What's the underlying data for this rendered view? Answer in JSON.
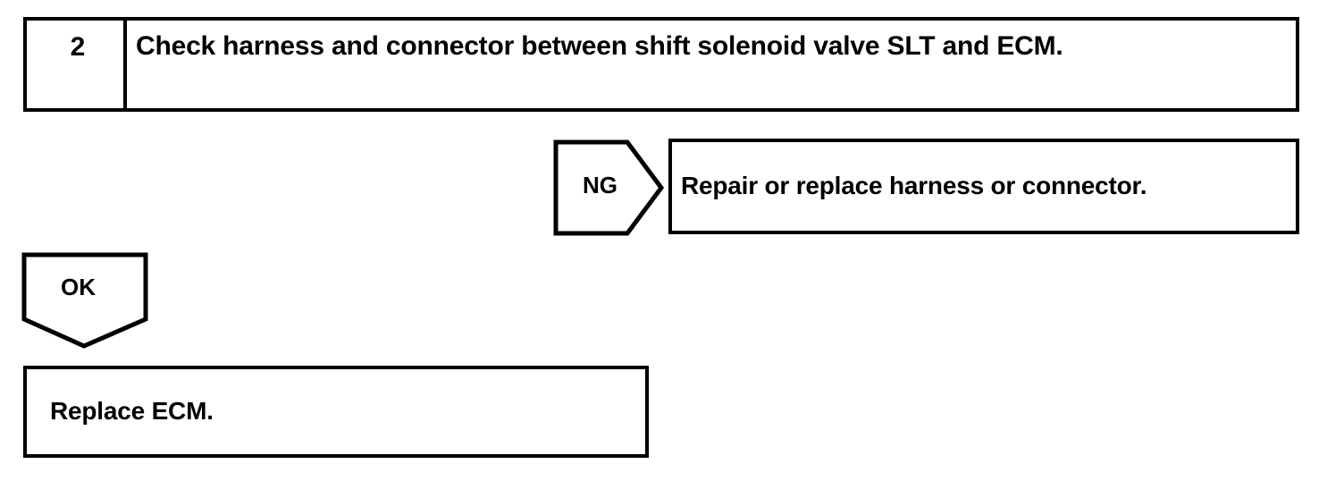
{
  "diagram": {
    "type": "troubleshooting-flowchart",
    "ink_color": "#000000",
    "background_color": "#ffffff",
    "step": {
      "number": "2",
      "instruction": "Check harness and connector between shift solenoid valve SLT and ECM."
    },
    "branches": [
      {
        "id": "ng",
        "marker": "NG",
        "marker_shape": "pentagon-right-arrow",
        "result": "Repair or replace harness or connector."
      },
      {
        "id": "ok",
        "marker": "OK",
        "marker_shape": "pentagon-down-arrow",
        "result": "Replace ECM."
      }
    ]
  }
}
